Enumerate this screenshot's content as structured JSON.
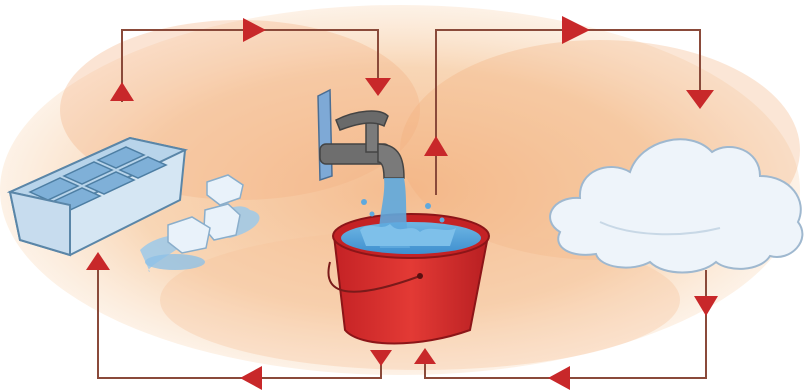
{
  "diagram": {
    "type": "water-cycle-states",
    "stages": [
      {
        "id": "ice",
        "icon": "ice-tray-and-ice-cubes-icon"
      },
      {
        "id": "water",
        "icon": "tap-and-bucket-of-water-icon"
      },
      {
        "id": "vapour",
        "icon": "cloud-icon"
      }
    ],
    "colors": {
      "arrow": "#c8282a",
      "line": "#8a4a3a",
      "background_wash": "#f6c9a0",
      "ice": "#a9cbe6",
      "bucket": "#d8302f",
      "cloud": "#eef4fa"
    }
  }
}
